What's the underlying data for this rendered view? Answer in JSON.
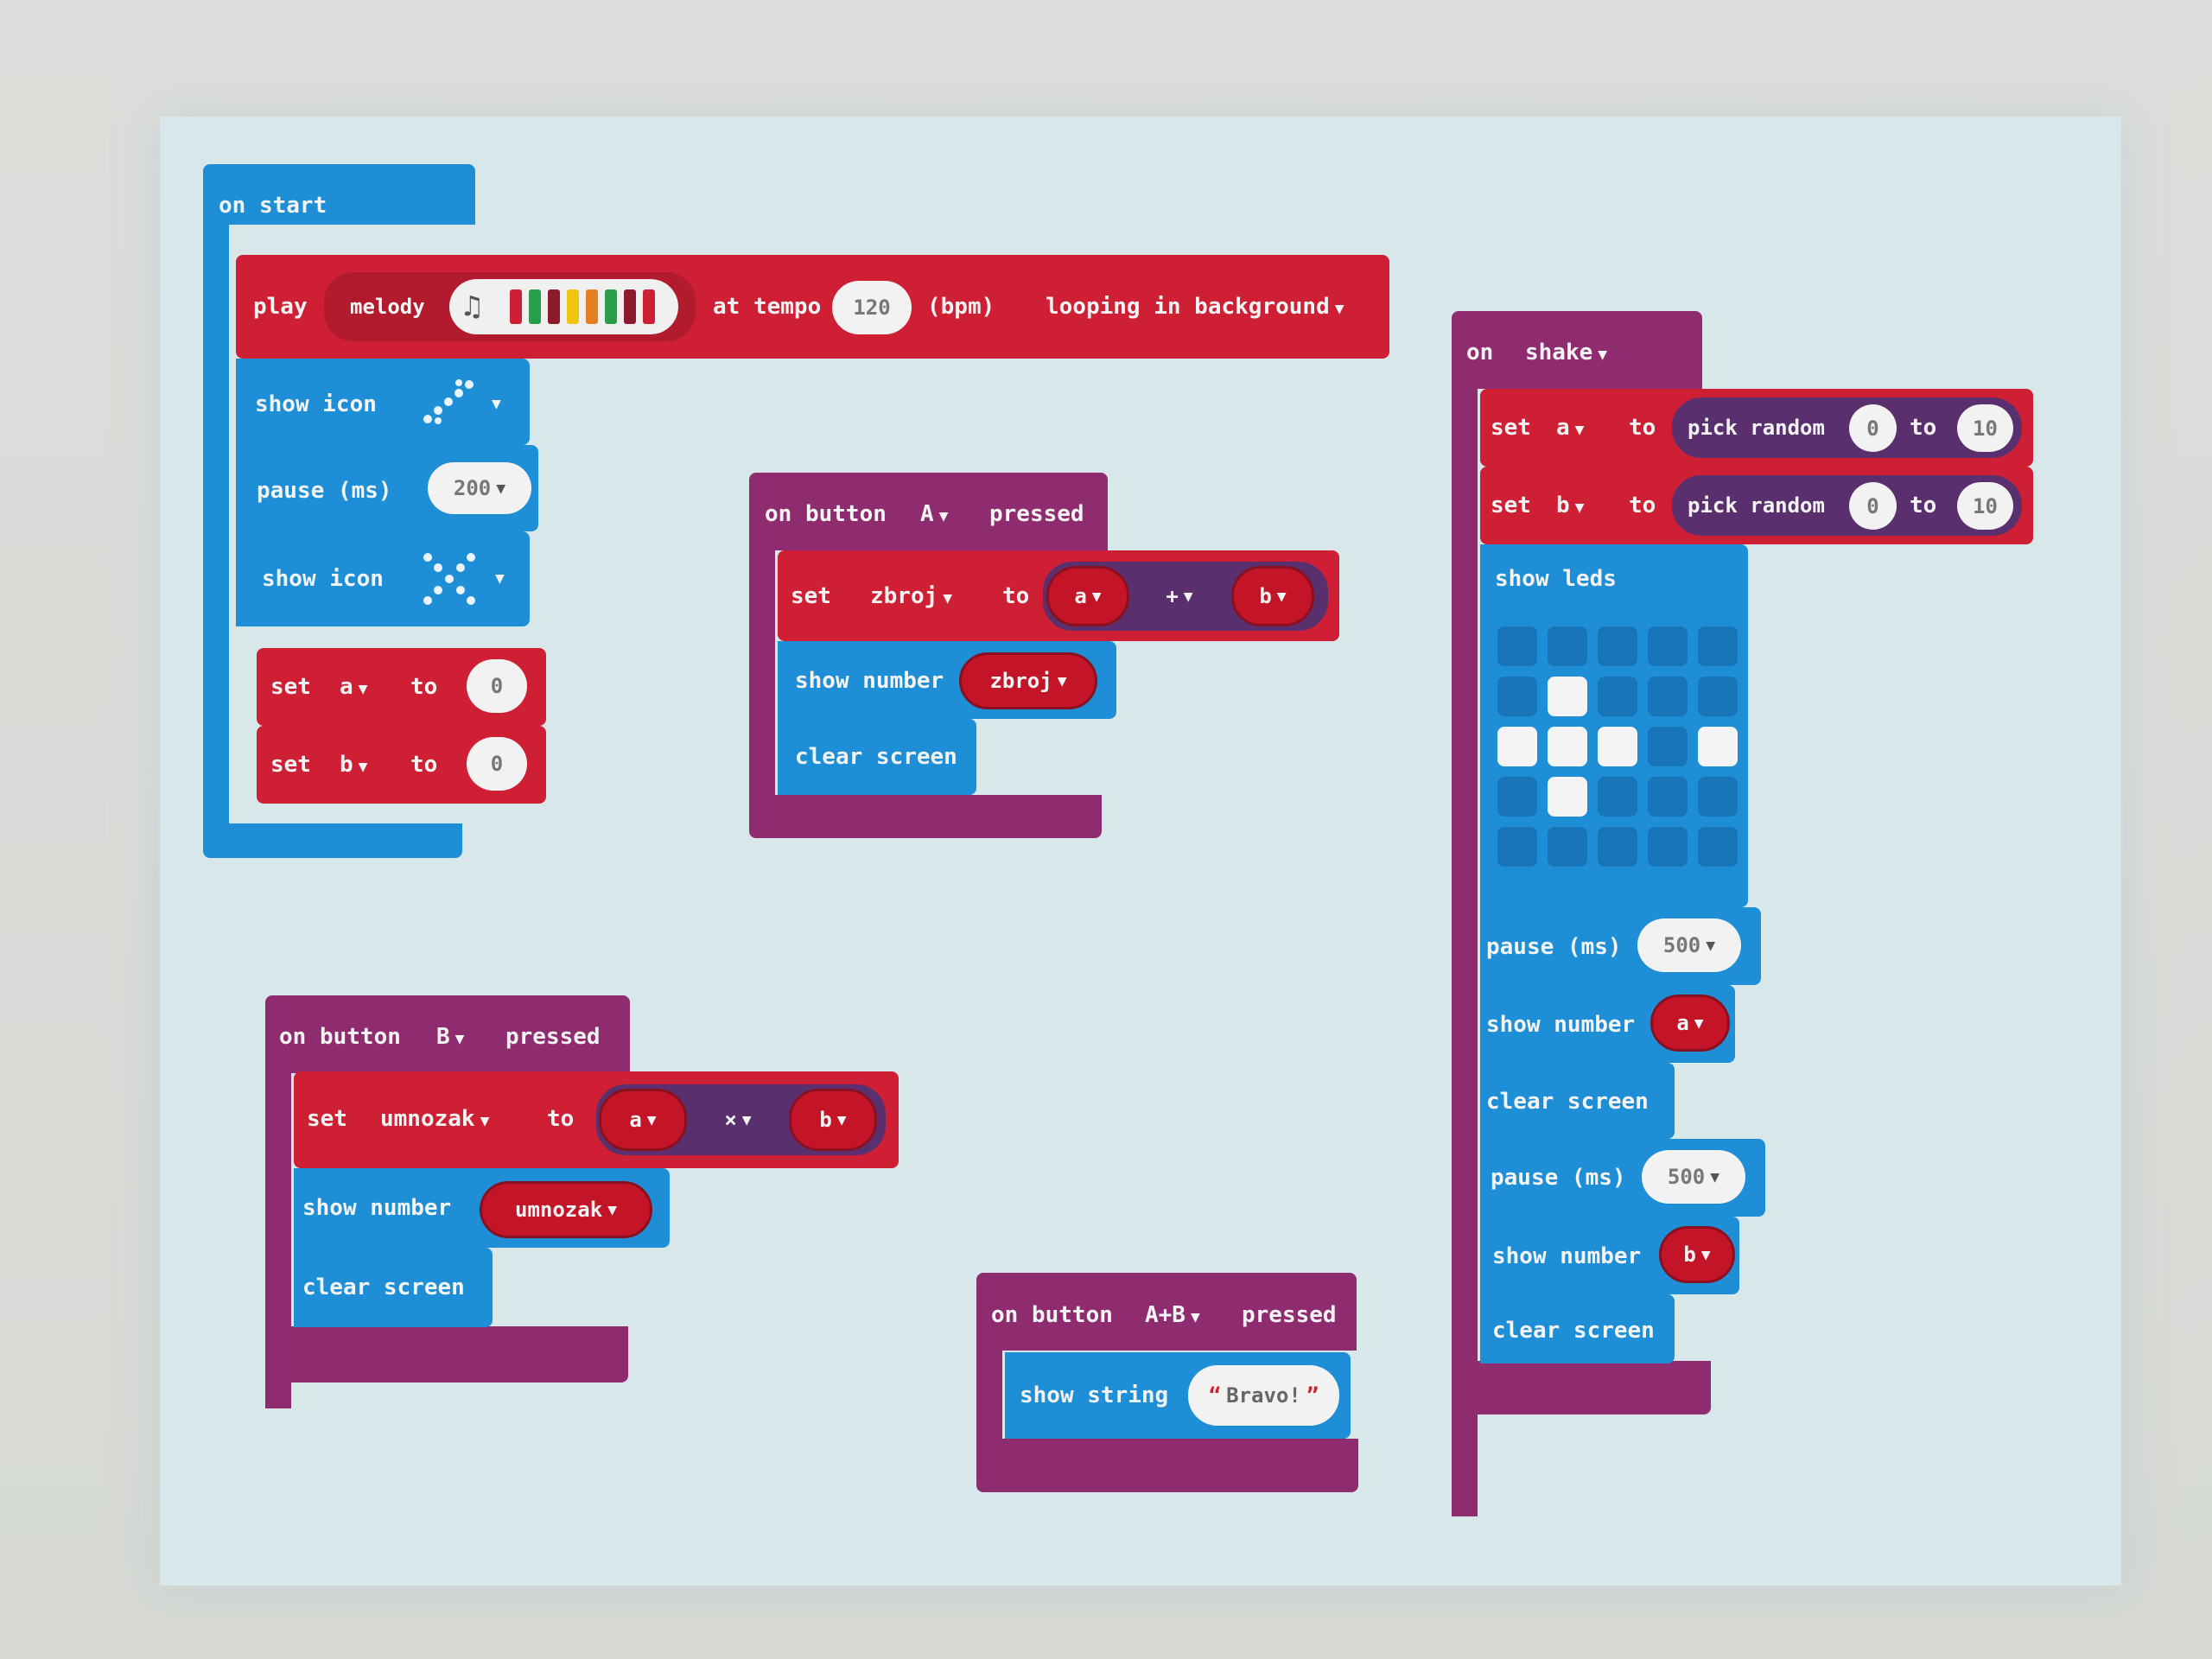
{
  "on_start": {
    "header": "on start",
    "play": "play",
    "melody": "melody",
    "at_tempo": "at tempo",
    "tempo_value": "120",
    "bpm": "(bpm)",
    "looping": "looping in background",
    "melody_colors": [
      "#cf1f34",
      "#2a9d4a",
      "#8b1a2c",
      "#f1c40f",
      "#e67e22",
      "#2a9d4a",
      "#8b1a2c",
      "#cf1f34"
    ],
    "show_icon_1": "show icon",
    "pause_label": "pause (ms)",
    "pause_value": "200",
    "show_icon_2": "show icon",
    "set_a": {
      "set": "set",
      "var": "a",
      "to": "to",
      "value": "0"
    },
    "set_b": {
      "set": "set",
      "var": "b",
      "to": "to",
      "value": "0"
    }
  },
  "on_button_a": {
    "header_on": "on button",
    "button": "A",
    "header_pressed": "pressed",
    "set": "set",
    "var": "zbroj",
    "to": "to",
    "left": "a",
    "op": "+",
    "right": "b",
    "show_number": "show number",
    "show_var": "zbroj",
    "clear": "clear screen"
  },
  "on_button_b": {
    "header_on": "on button",
    "button": "B",
    "header_pressed": "pressed",
    "set": "set",
    "var": "umnozak",
    "to": "to",
    "left": "a",
    "op": "×",
    "right": "b",
    "show_number": "show number",
    "show_var": "umnozak",
    "clear": "clear screen"
  },
  "on_button_ab": {
    "header_on": "on button",
    "button": "A+B",
    "header_pressed": "pressed",
    "show_string": "show string",
    "string_value": "Bravo!"
  },
  "on_shake": {
    "header_on": "on",
    "gesture": "shake",
    "set1": {
      "set": "set",
      "var": "a",
      "to": "to",
      "pick": "pick random",
      "from": "0",
      "to2": "to",
      "max": "10"
    },
    "set2": {
      "set": "set",
      "var": "b",
      "to": "to",
      "pick": "pick random",
      "from": "0",
      "to2": "to",
      "max": "10"
    },
    "show_leds": "show leds",
    "leds": [
      [
        0,
        0,
        0,
        0,
        0
      ],
      [
        0,
        1,
        0,
        0,
        0
      ],
      [
        1,
        1,
        1,
        0,
        1
      ],
      [
        0,
        1,
        0,
        0,
        0
      ],
      [
        0,
        0,
        0,
        0,
        0
      ]
    ],
    "pause1_label": "pause (ms)",
    "pause1_value": "500",
    "show_number_1": "show number",
    "show_var_1": "a",
    "clear_1": "clear screen",
    "pause2_label": "pause (ms)",
    "pause2_value": "500",
    "show_number_2": "show number",
    "show_var_2": "b",
    "clear_2": "clear screen"
  }
}
